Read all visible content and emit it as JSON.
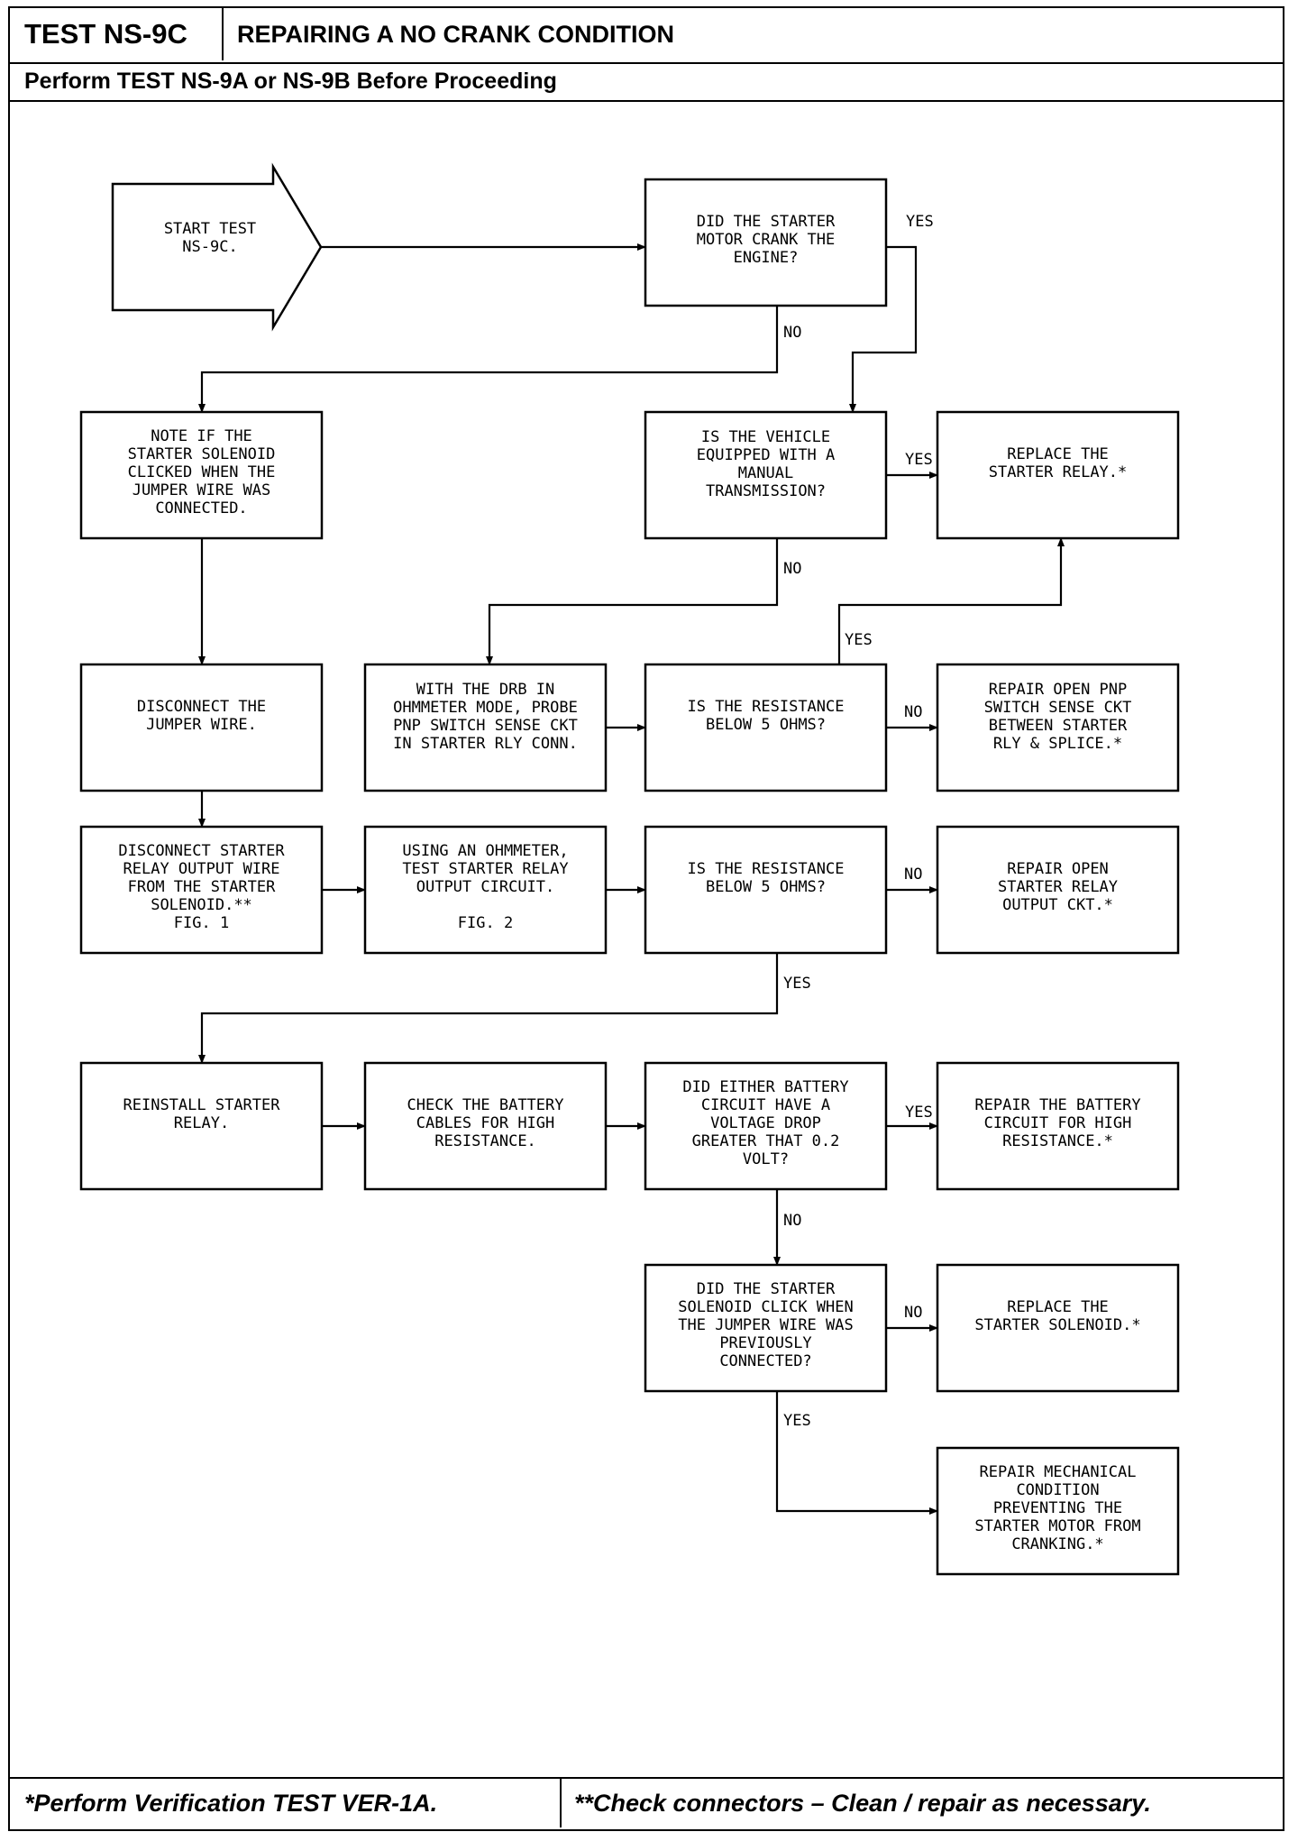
{
  "header": {
    "test_id": "TEST NS-9C",
    "title": "REPAIRING A NO CRANK CONDITION",
    "prerequisite": "Perform TEST NS-9A or NS-9B Before Proceeding"
  },
  "footer": {
    "note_left": "*Perform Verification TEST VER-1A.",
    "note_right": "**Check connectors – Clean / repair as necessary."
  },
  "nodes": {
    "start": [
      "START TEST",
      "NS-9C."
    ],
    "q_crank": [
      "DID THE STARTER",
      "MOTOR CRANK THE",
      "ENGINE?"
    ],
    "note_solenoid": [
      "NOTE IF THE",
      "STARTER SOLENOID",
      "CLICKED WHEN THE",
      "JUMPER WIRE WAS",
      "CONNECTED."
    ],
    "q_manual": [
      "IS THE VEHICLE",
      "EQUIPPED WITH A",
      "MANUAL",
      "TRANSMISSION?"
    ],
    "replace_relay": [
      "REPLACE THE",
      "STARTER RELAY.*"
    ],
    "disconnect_jumper": [
      "DISCONNECT THE",
      "JUMPER WIRE."
    ],
    "drb_probe": [
      "WITH THE DRB IN",
      "OHMMETER MODE, PROBE",
      "PNP SWITCH SENSE CKT",
      "IN STARTER RLY CONN."
    ],
    "q_res1": [
      "IS THE RESISTANCE",
      "BELOW 5 OHMS?"
    ],
    "repair_pnp": [
      "REPAIR OPEN PNP",
      "SWITCH SENSE CKT",
      "BETWEEN STARTER",
      "RLY & SPLICE.*"
    ],
    "disconnect_output": [
      "DISCONNECT STARTER",
      "RELAY OUTPUT WIRE",
      "FROM THE STARTER",
      "SOLENOID.**",
      "FIG. 1"
    ],
    "ohmmeter_test": [
      "USING AN OHMMETER,",
      "TEST STARTER RELAY",
      "OUTPUT CIRCUIT.",
      "",
      "FIG. 2"
    ],
    "q_res2": [
      "IS THE RESISTANCE",
      "BELOW 5 OHMS?"
    ],
    "repair_output": [
      "REPAIR OPEN",
      "STARTER RELAY",
      "OUTPUT CKT.*"
    ],
    "reinstall_relay": [
      "REINSTALL STARTER",
      "RELAY."
    ],
    "check_cables": [
      "CHECK THE BATTERY",
      "CABLES FOR HIGH",
      "RESISTANCE."
    ],
    "q_voltage": [
      "DID EITHER BATTERY",
      "CIRCUIT HAVE A",
      "VOLTAGE DROP",
      "GREATER THAT 0.2",
      "VOLT?"
    ],
    "repair_battery": [
      "REPAIR THE BATTERY",
      "CIRCUIT FOR HIGH",
      "RESISTANCE.*"
    ],
    "q_click": [
      "DID THE STARTER",
      "SOLENOID CLICK WHEN",
      "THE JUMPER WIRE WAS",
      "PREVIOUSLY",
      "CONNECTED?"
    ],
    "replace_solenoid": [
      "REPLACE THE",
      "STARTER SOLENOID.*"
    ],
    "repair_mech": [
      "REPAIR MECHANICAL",
      "CONDITION",
      "PREVENTING THE",
      "STARTER MOTOR FROM",
      "CRANKING.*"
    ]
  },
  "edge_labels": {
    "yes": "YES",
    "no": "NO"
  }
}
